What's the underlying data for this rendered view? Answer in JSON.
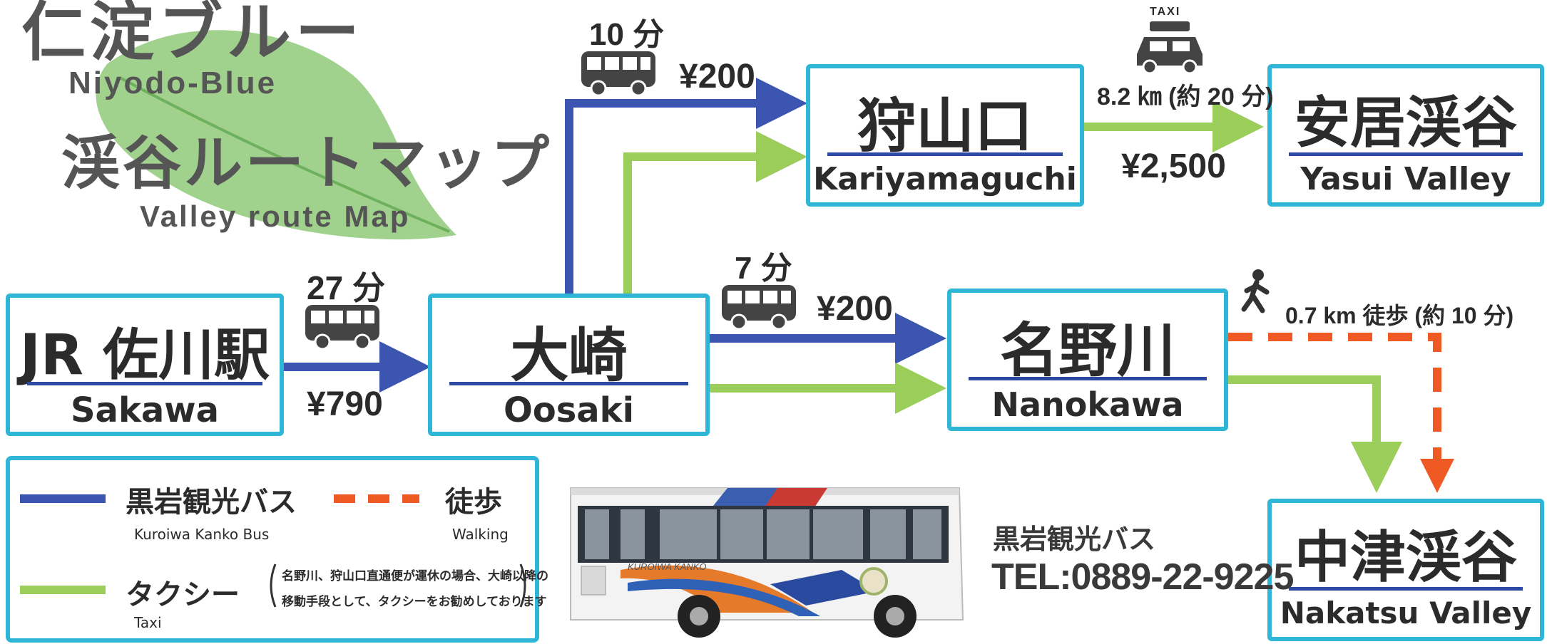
{
  "title": {
    "jp": "仁淀ブルー",
    "en": "Niyodo-Blue",
    "map_jp": "渓谷ルートマップ",
    "map_en": "Valley route Map"
  },
  "stations": {
    "sakawa": {
      "jp": "JR 佐川駅",
      "en": "Sakawa"
    },
    "oosaki": {
      "jp": "大崎",
      "en": "Oosaki"
    },
    "kariyamaguchi": {
      "jp": "狩山口",
      "en": "Kariyamaguchi"
    },
    "yasui": {
      "jp": "安居渓谷",
      "en": "Yasui Valley"
    },
    "nanokawa": {
      "jp": "名野川",
      "en": "Nanokawa"
    },
    "nakatsu": {
      "jp": "中津渓谷",
      "en": "Nakatsu Valley"
    }
  },
  "routes": {
    "sakawa_oosaki": {
      "time": "27 分",
      "fare": "¥790"
    },
    "oosaki_kariyamaguchi": {
      "time": "10 分",
      "fare": "¥200"
    },
    "oosaki_nanokawa": {
      "time": "7 分",
      "fare": "¥200"
    },
    "taxi": {
      "icon_label": "TAXI",
      "distance": "8.2 ㎞ (約 20 分)",
      "fare": "¥2,500"
    },
    "walk": {
      "text": "0.7 km 徒歩 (約 10 分)"
    }
  },
  "legend": {
    "bus_jp": "黒岩観光バス",
    "bus_en": "Kuroiwa Kanko Bus",
    "walk_jp": "徒歩",
    "walk_en": "Walking",
    "taxi_jp": "タクシー",
    "taxi_en": "Taxi",
    "note_line1": "名野川、狩山口直通便が運休の場合、大崎以降の",
    "note_line2": "移動手段として、タクシーをお勧めしております"
  },
  "contact": {
    "company": "黒岩観光バス",
    "tel": "TEL:0889-22-9225"
  },
  "bus_livery_text": "KUROIWA KANKO",
  "colors": {
    "bus_line": "#3b55b0",
    "taxi_line": "#9acd5a",
    "walk_line": "#ef5a24",
    "station_border": "#2fb6d6",
    "leaf": "#8fca7a"
  },
  "icons": [
    "bus-icon",
    "taxi-icon",
    "walking-person-icon",
    "leaf-decoration"
  ]
}
